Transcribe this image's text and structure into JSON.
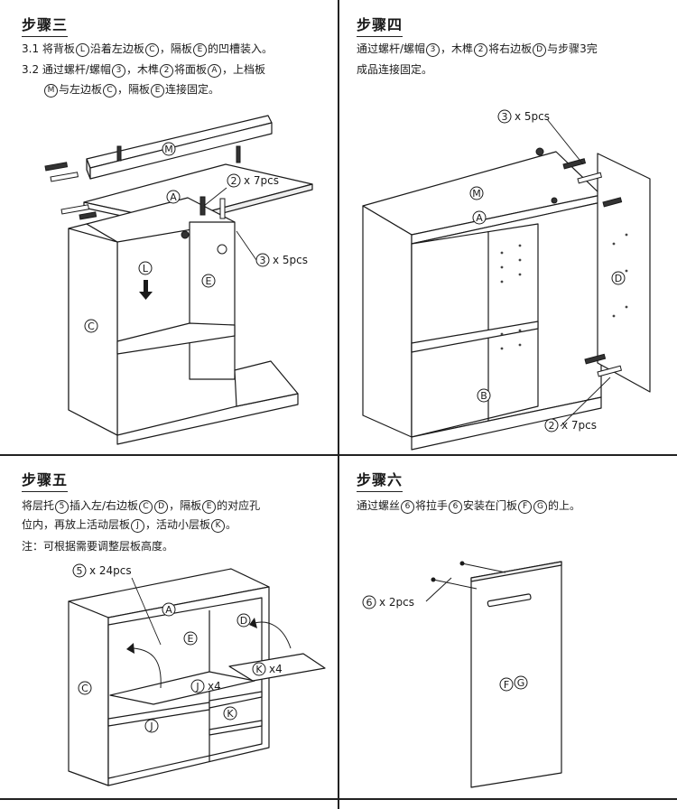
{
  "step3": {
    "title": "步骤三",
    "line1": [
      {
        "t": "3.1 将背板"
      },
      {
        "c": "L"
      },
      {
        "t": "沿着左边板"
      },
      {
        "c": "C"
      },
      {
        "t": "，隔板"
      },
      {
        "c": "E"
      },
      {
        "t": "的凹槽装入。"
      }
    ],
    "line2": [
      {
        "t": "3.2 通过螺杆/螺帽"
      },
      {
        "c": "3"
      },
      {
        "t": "，木榫"
      },
      {
        "c": "2"
      },
      {
        "t": "将面板"
      },
      {
        "c": "A"
      },
      {
        "t": "，上档板"
      }
    ],
    "line3": [
      {
        "c": "M"
      },
      {
        "t": "与左边板"
      },
      {
        "c": "C"
      },
      {
        "t": "，隔板"
      },
      {
        "c": "E"
      },
      {
        "t": "连接固定。"
      }
    ],
    "callouts": {
      "dowels": "x 7pcs",
      "dowels_num": "2",
      "bolts": "x 5pcs",
      "bolts_num": "3"
    },
    "labels": {
      "m": "M",
      "a": "A",
      "l": "L",
      "c": "C",
      "e": "E"
    }
  },
  "step4": {
    "title": "步骤四",
    "line1": [
      {
        "t": "通过螺杆/螺帽"
      },
      {
        "c": "3"
      },
      {
        "t": "，木榫"
      },
      {
        "c": "2"
      },
      {
        "t": "将右边板"
      },
      {
        "c": "D"
      },
      {
        "t": "与步骤3完"
      }
    ],
    "line2": [
      {
        "t": "成品连接固定。"
      }
    ],
    "callouts": {
      "bolts": "x 5pcs",
      "bolts_num": "3",
      "dowels": "x 7pcs",
      "dowels_num": "2"
    },
    "labels": {
      "m": "M",
      "a": "A",
      "d": "D",
      "b": "B"
    }
  },
  "step5": {
    "title": "步骤五",
    "line1": [
      {
        "t": "将层托"
      },
      {
        "c": "5"
      },
      {
        "t": "插入左/右边板"
      },
      {
        "c": "C"
      },
      {
        "c": "D"
      },
      {
        "t": "，隔板"
      },
      {
        "c": "E"
      },
      {
        "t": "的对应孔"
      }
    ],
    "line2": [
      {
        "t": "位内，再放上活动层板"
      },
      {
        "c": "J"
      },
      {
        "t": "，活动小层板"
      },
      {
        "c": "K"
      },
      {
        "t": "。"
      }
    ],
    "note": "注：可根据需要调整层板高度。",
    "callouts": {
      "pins": "x 24pcs",
      "pins_num": "5",
      "j_count": "x4",
      "k_count": "x4"
    },
    "labels": {
      "a": "A",
      "c": "C",
      "d": "D",
      "e": "E",
      "j": "J",
      "k": "K"
    }
  },
  "step6": {
    "title": "步骤六",
    "line1": [
      {
        "t": "通过螺丝"
      },
      {
        "c": "6"
      },
      {
        "t": "将拉手"
      },
      {
        "c": "6"
      },
      {
        "t": "安装在门板"
      },
      {
        "c": "F"
      },
      {
        "c": "G"
      },
      {
        "t": "的上。"
      }
    ],
    "callouts": {
      "screws": "x 2pcs",
      "screws_num": "6"
    },
    "labels": {
      "f": "F",
      "g": "G"
    }
  }
}
